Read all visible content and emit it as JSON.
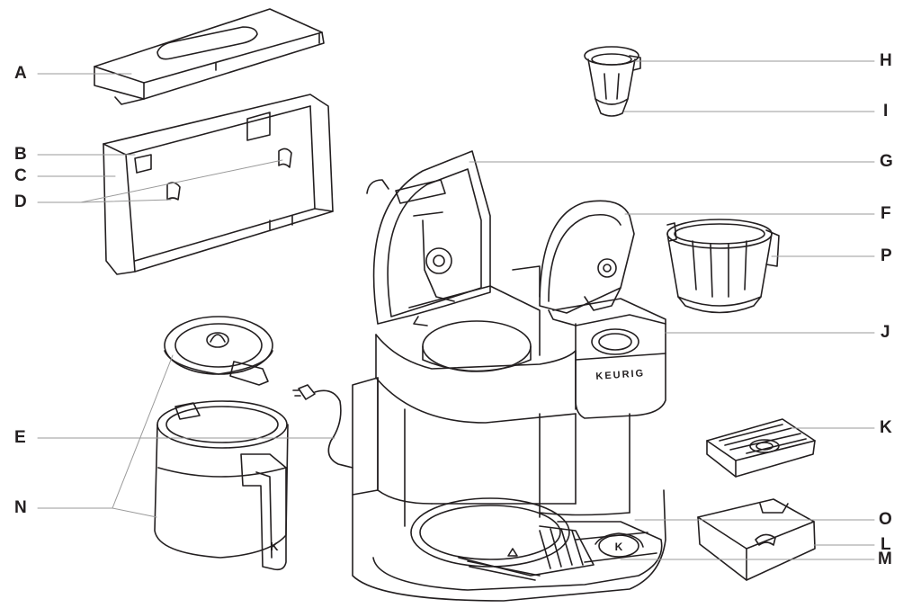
{
  "callouts": {
    "A": "A",
    "B": "B",
    "C": "C",
    "D": "D",
    "E": "E",
    "N": "N",
    "H": "H",
    "I": "I",
    "G": "G",
    "F": "F",
    "P": "P",
    "J": "J",
    "K": "K",
    "O": "O",
    "L": "L",
    "M": "M"
  },
  "brand": "KEURIG",
  "carafe_handle_logo": "K",
  "drip_tray_logo": "K",
  "colors": {
    "line": "#231f20",
    "leader": "#9a9a9a",
    "background": "#ffffff"
  }
}
